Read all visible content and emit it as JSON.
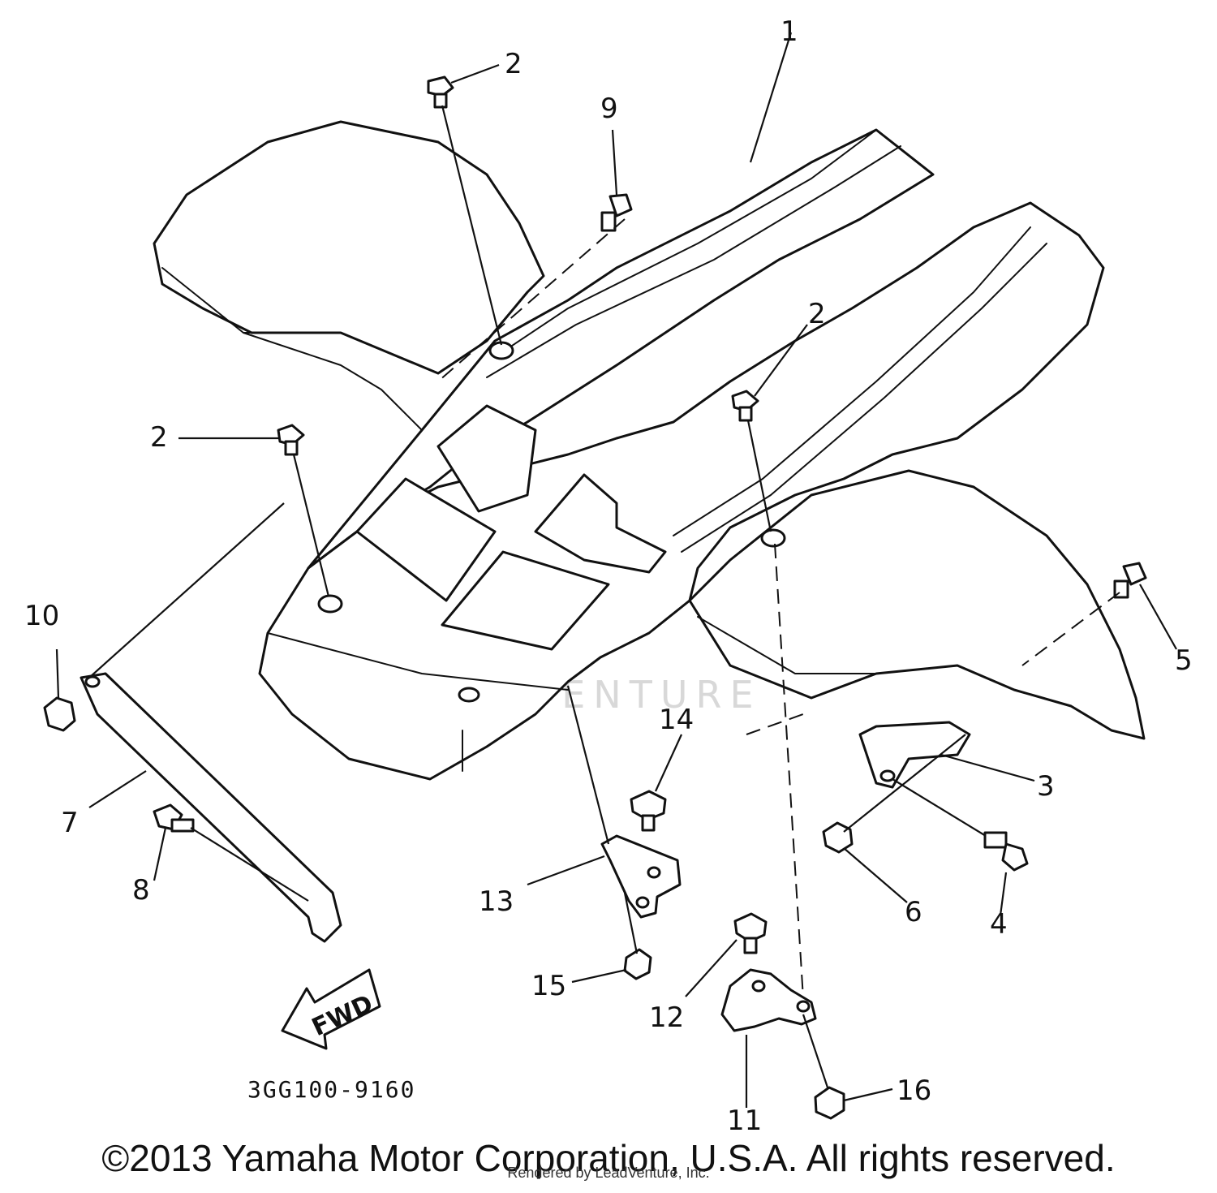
{
  "callouts": {
    "c1": "1",
    "c2a": "2",
    "c2b": "2",
    "c2c": "2",
    "c3": "3",
    "c4": "4",
    "c5": "5",
    "c6": "6",
    "c7": "7",
    "c8": "8",
    "c9": "9",
    "c10": "10",
    "c11": "11",
    "c12": "12",
    "c13": "13",
    "c14": "14",
    "c15": "15",
    "c16": "16"
  },
  "fwd_label": "FWD",
  "diagram_code": "3GG100-9160",
  "watermark": "LEADVENTURE",
  "copyright": "©2013 Yamaha Motor Corporation, U.S.A. All rights reserved.",
  "rendered_by": "Rendered by LeadVenture, Inc."
}
